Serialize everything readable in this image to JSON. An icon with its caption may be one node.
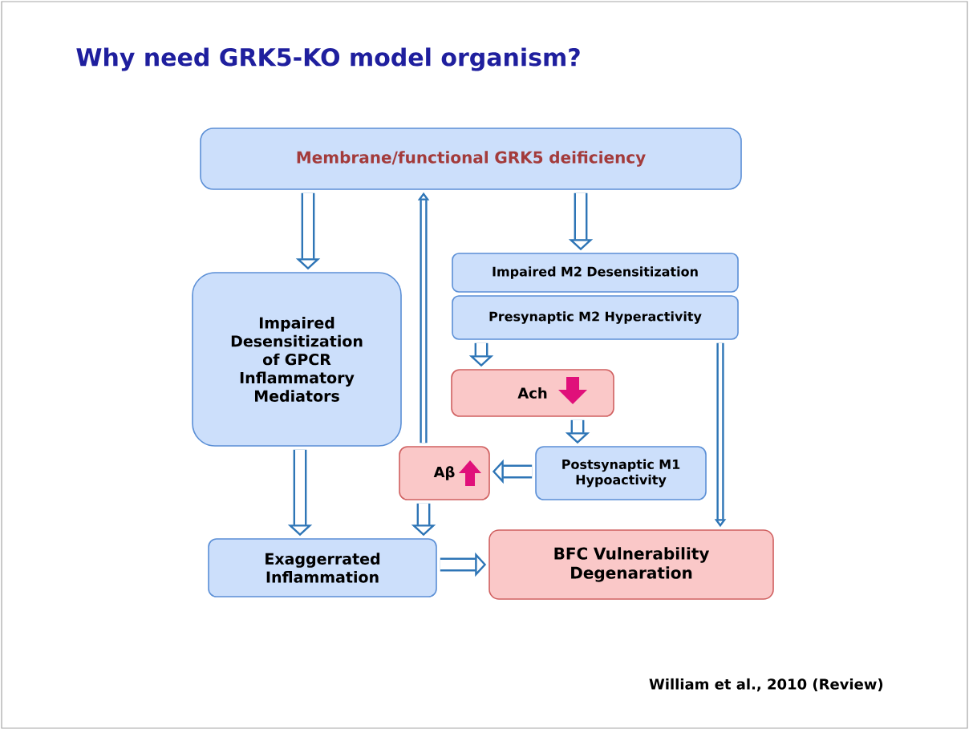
{
  "diagram": {
    "title": "Why need GRK5-KO model organism?",
    "nodes": [
      {
        "text": [
          "Membrane/functional GRK5 deificiency"
        ]
      },
      {
        "text": [
          "Impaired Desensitization of GPCR Inflammatory Mediators"
        ]
      },
      {
        "text": [
          "Impaired M2 Desensitization"
        ]
      },
      {
        "text": [
          "Presynaptic M2 Hyperactivity"
        ]
      },
      {
        "text": [
          "Ach"
        ]
      },
      {
        "text": [
          "Aβ"
        ]
      },
      {
        "text": [
          "Postsynaptic M1 Hypoactivity"
        ]
      },
      {
        "text": [
          "Exaggerrated Inflammation"
        ]
      },
      {
        "text": [
          "BFC Vulnerability Degenaration"
        ]
      }
    ],
    "edges": [
      {
        "from": 0,
        "to": 1,
        "arrow": "to"
      },
      {
        "from": 5,
        "to": 0,
        "arrow": "to"
      },
      {
        "from": 0,
        "to": 2,
        "arrow": "to"
      },
      {
        "from": 3,
        "to": 4,
        "arrow": "to"
      },
      {
        "from": 4,
        "to": 6,
        "arrow": "to"
      },
      {
        "from": 6,
        "to": 5,
        "arrow": "to"
      },
      {
        "from": 1,
        "to": 7,
        "arrow": "to"
      },
      {
        "from": 5,
        "to": 7,
        "arrow": "to"
      },
      {
        "from": 7,
        "to": 8,
        "arrow": "to"
      },
      {
        "from": 3,
        "to": 8,
        "arrow": "to"
      }
    ],
    "labels": [
      "William et al., 2010 (Review)"
    ]
  }
}
